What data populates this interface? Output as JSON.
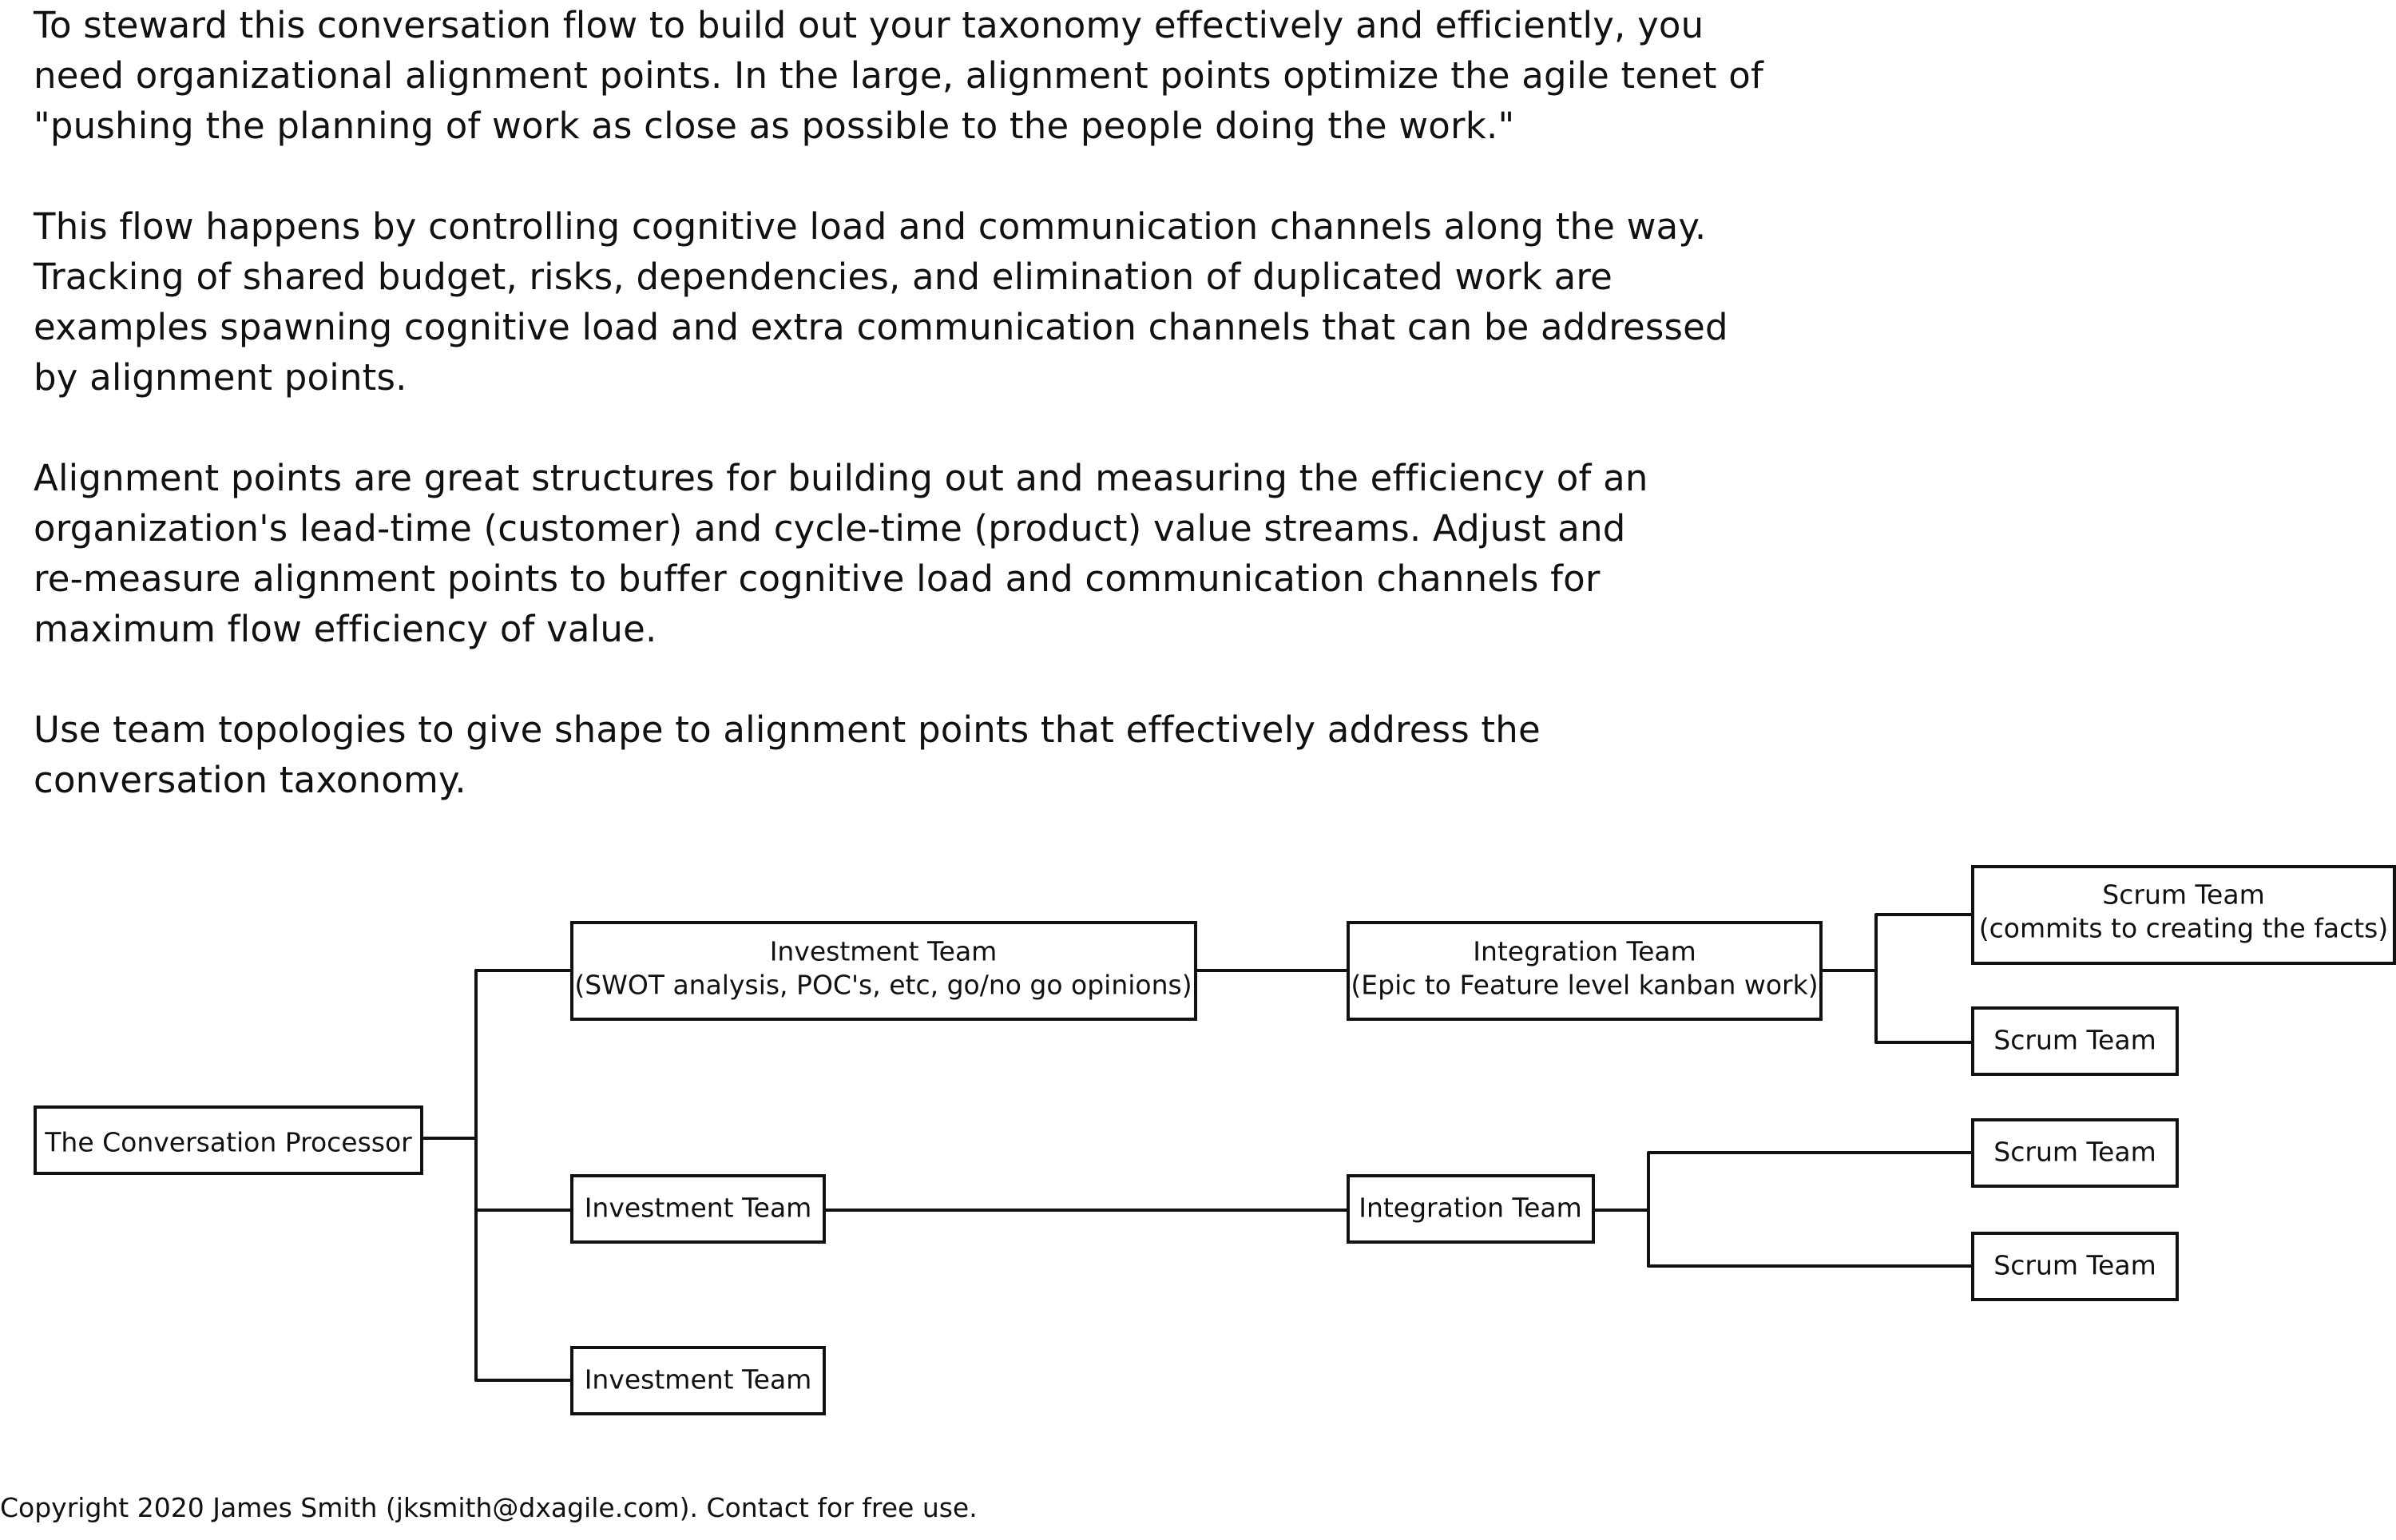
{
  "paragraphs": [
    [
      "To steward this conversation flow to build out your taxonomy effectively and efficiently, you",
      "need organizational alignment points. In the large, alignment points optimize the agile tenet of",
      "\"pushing the planning of work as close as possible to the people doing the work.\""
    ],
    [
      "This flow happens by controlling cognitive load and communication channels along the way.",
      "Tracking of shared budget, risks, dependencies, and elimination of duplicated work are",
      "examples spawning cognitive load and extra communication channels that can be addressed",
      "by alignment points."
    ],
    [
      "Alignment points are great structures for building out and measuring the efficiency of an",
      "organization's lead-time (customer) and cycle-time (product) value streams. Adjust and",
      "re-measure alignment points to buffer cognitive load and communication channels for",
      "maximum flow efficiency of value."
    ],
    [
      "Use team topologies to give shape to alignment points that effectively address the",
      "conversation taxonomy."
    ]
  ],
  "diagram": {
    "root": "The Conversation Processor",
    "investment_team_1": [
      "Investment Team",
      "(SWOT analysis, POC's, etc,  go/no go opinions)"
    ],
    "integration_team_1": [
      "Integration Team",
      "(Epic to Feature level kanban work)"
    ],
    "scrum_team_1": [
      "Scrum Team",
      "(commits to creating the facts)"
    ],
    "scrum_team_2": [
      "Scrum Team"
    ],
    "investment_team_2": [
      "Investment Team"
    ],
    "integration_team_2": [
      "Integration Team"
    ],
    "scrum_team_3": [
      "Scrum Team"
    ],
    "scrum_team_4": [
      "Scrum Team"
    ],
    "investment_team_3": [
      "Investment Team"
    ]
  },
  "footer": "Copyright 2020  James Smith (jksmith@dxagile.com). Contact for free use."
}
